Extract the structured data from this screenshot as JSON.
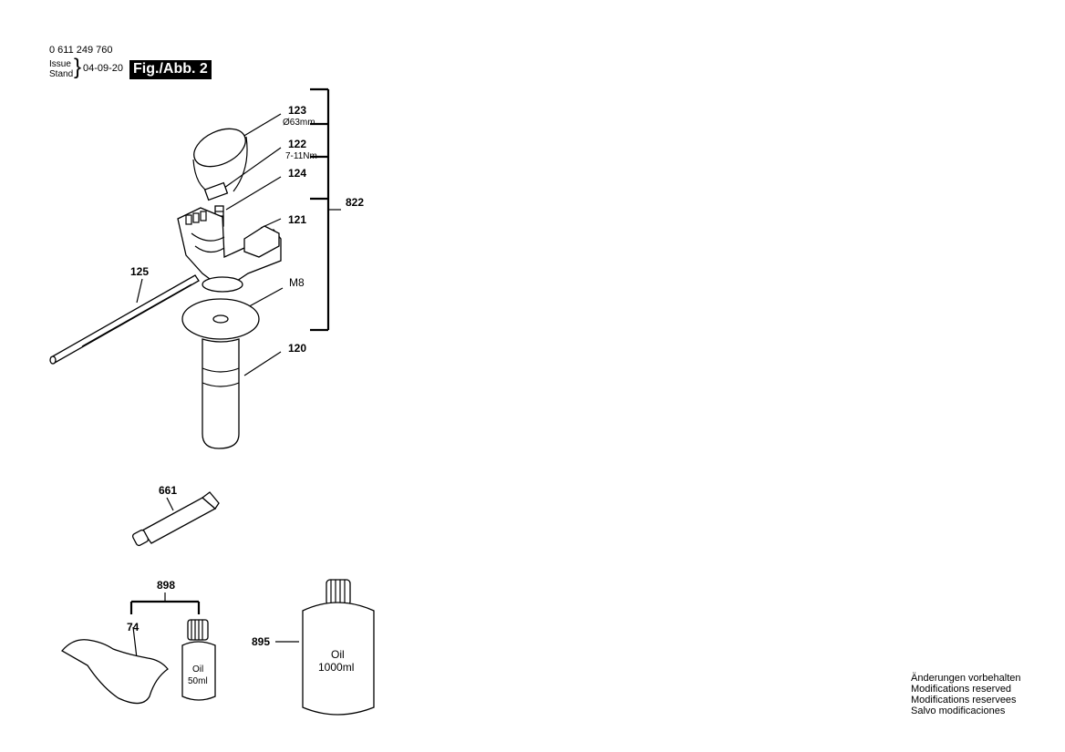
{
  "header": {
    "part_number": "0 611 249 760",
    "issue_label": "Issue",
    "stand_label": "Stand",
    "date": "04-09-20",
    "figure": "Fig./Abb. 2"
  },
  "callouts": {
    "c123": "123",
    "c123_spec": "Ø63mm",
    "c122": "122",
    "c122_spec": "7-11Nm",
    "c124": "124",
    "c121": "121",
    "c822": "822",
    "c125": "125",
    "cM8": "M8",
    "c120": "120",
    "c661": "661",
    "c898": "898",
    "c74": "74",
    "c895": "895"
  },
  "bottles": {
    "small_oil": "Oil",
    "small_volume": "50ml",
    "large_oil": "Oil",
    "large_volume": "1000ml"
  },
  "footer": [
    "Änderungen vorbehalten",
    "Modifications reserved",
    "Modifications reservees",
    "Salvo modificaciones"
  ]
}
